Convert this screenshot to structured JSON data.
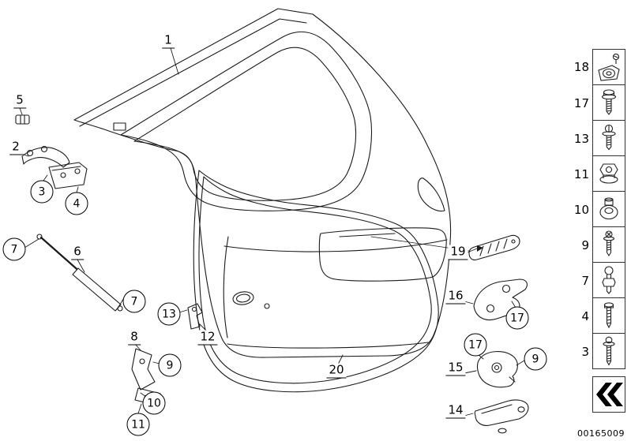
{
  "image_code": "00165009",
  "colors": {
    "line": "#1b1b1b",
    "background": "#ffffff",
    "label": "#000000"
  },
  "callouts": [
    {
      "label": "1",
      "style": "plain"
    },
    {
      "label": "5",
      "style": "plain"
    },
    {
      "label": "2",
      "style": "plain"
    },
    {
      "label": "3",
      "style": "circle"
    },
    {
      "label": "4",
      "style": "circle"
    },
    {
      "label": "7",
      "style": "circle"
    },
    {
      "label": "6",
      "style": "plain"
    },
    {
      "label": "7",
      "style": "circle"
    },
    {
      "label": "13",
      "style": "circle"
    },
    {
      "label": "12",
      "style": "plain"
    },
    {
      "label": "8",
      "style": "plain"
    },
    {
      "label": "9",
      "style": "circle"
    },
    {
      "label": "10",
      "style": "circle"
    },
    {
      "label": "11",
      "style": "circle"
    },
    {
      "label": "20",
      "style": "plain"
    },
    {
      "label": "19",
      "style": "plain"
    },
    {
      "label": "16",
      "style": "plain"
    },
    {
      "label": "17",
      "style": "circle"
    },
    {
      "label": "17",
      "style": "circle"
    },
    {
      "label": "15",
      "style": "plain"
    },
    {
      "label": "9",
      "style": "circle"
    },
    {
      "label": "14",
      "style": "plain"
    }
  ],
  "legend": {
    "items": [
      {
        "label": "18",
        "icon": "grommet-with-screw-icon"
      },
      {
        "label": "17",
        "icon": "pan-head-screw-icon"
      },
      {
        "label": "13",
        "icon": "slotted-screw-washer-icon"
      },
      {
        "label": "11",
        "icon": "flange-nut-icon"
      },
      {
        "label": "10",
        "icon": "grommet-nut-icon"
      },
      {
        "label": "9",
        "icon": "cross-screw-washer-icon"
      },
      {
        "label": "7",
        "icon": "ball-stud-icon"
      },
      {
        "label": "4",
        "icon": "hex-screw-icon"
      },
      {
        "label": "3",
        "icon": "long-screw-washer-icon"
      }
    ]
  }
}
